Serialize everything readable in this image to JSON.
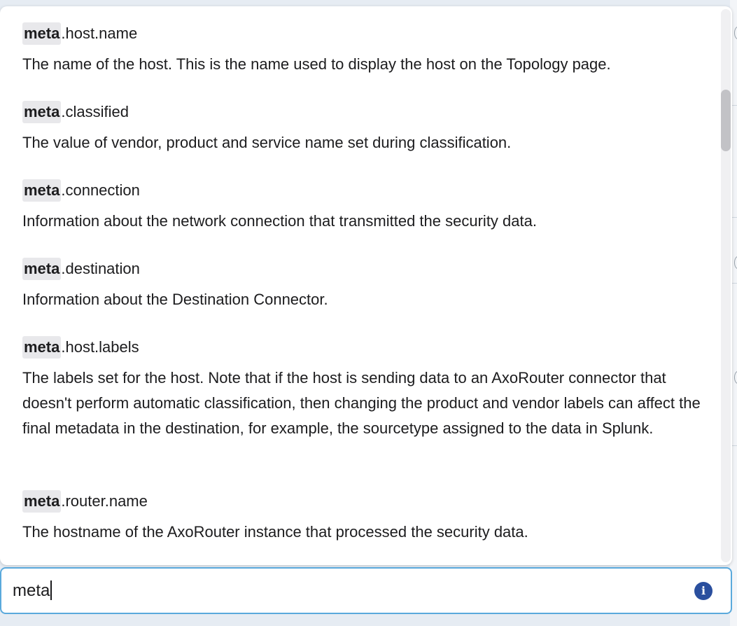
{
  "suggestions": [
    {
      "match": "meta",
      "rest": ".host.name",
      "description": "The name of the host. This is the name used to display the host on the Topology page."
    },
    {
      "match": "meta",
      "rest": ".classified",
      "description": "The value of vendor, product and service name set during classification."
    },
    {
      "match": "meta",
      "rest": ".connection",
      "description": "Information about the network connection that transmitted the security data."
    },
    {
      "match": "meta",
      "rest": ".destination",
      "description": "Information about the Destination Connector."
    },
    {
      "match": "meta",
      "rest": ".host.labels",
      "description": "The labels set for the host. Note that if the host is sending data to an AxoRouter connector that doesn't perform automatic classification, then changing the product and vendor labels can affect the final metadata in the destination, for example, the sourcetype assigned to the data in Splunk."
    },
    {
      "match": "meta",
      "rest": ".router.name",
      "description": "The hostname of the AxoRouter instance that processed the security data."
    }
  ],
  "search": {
    "value": "meta",
    "info_icon": "info-icon"
  },
  "colors": {
    "input_border": "#5aa9dc",
    "info_icon": "#2a4f9e",
    "match_highlight": "#e8e8eb"
  }
}
